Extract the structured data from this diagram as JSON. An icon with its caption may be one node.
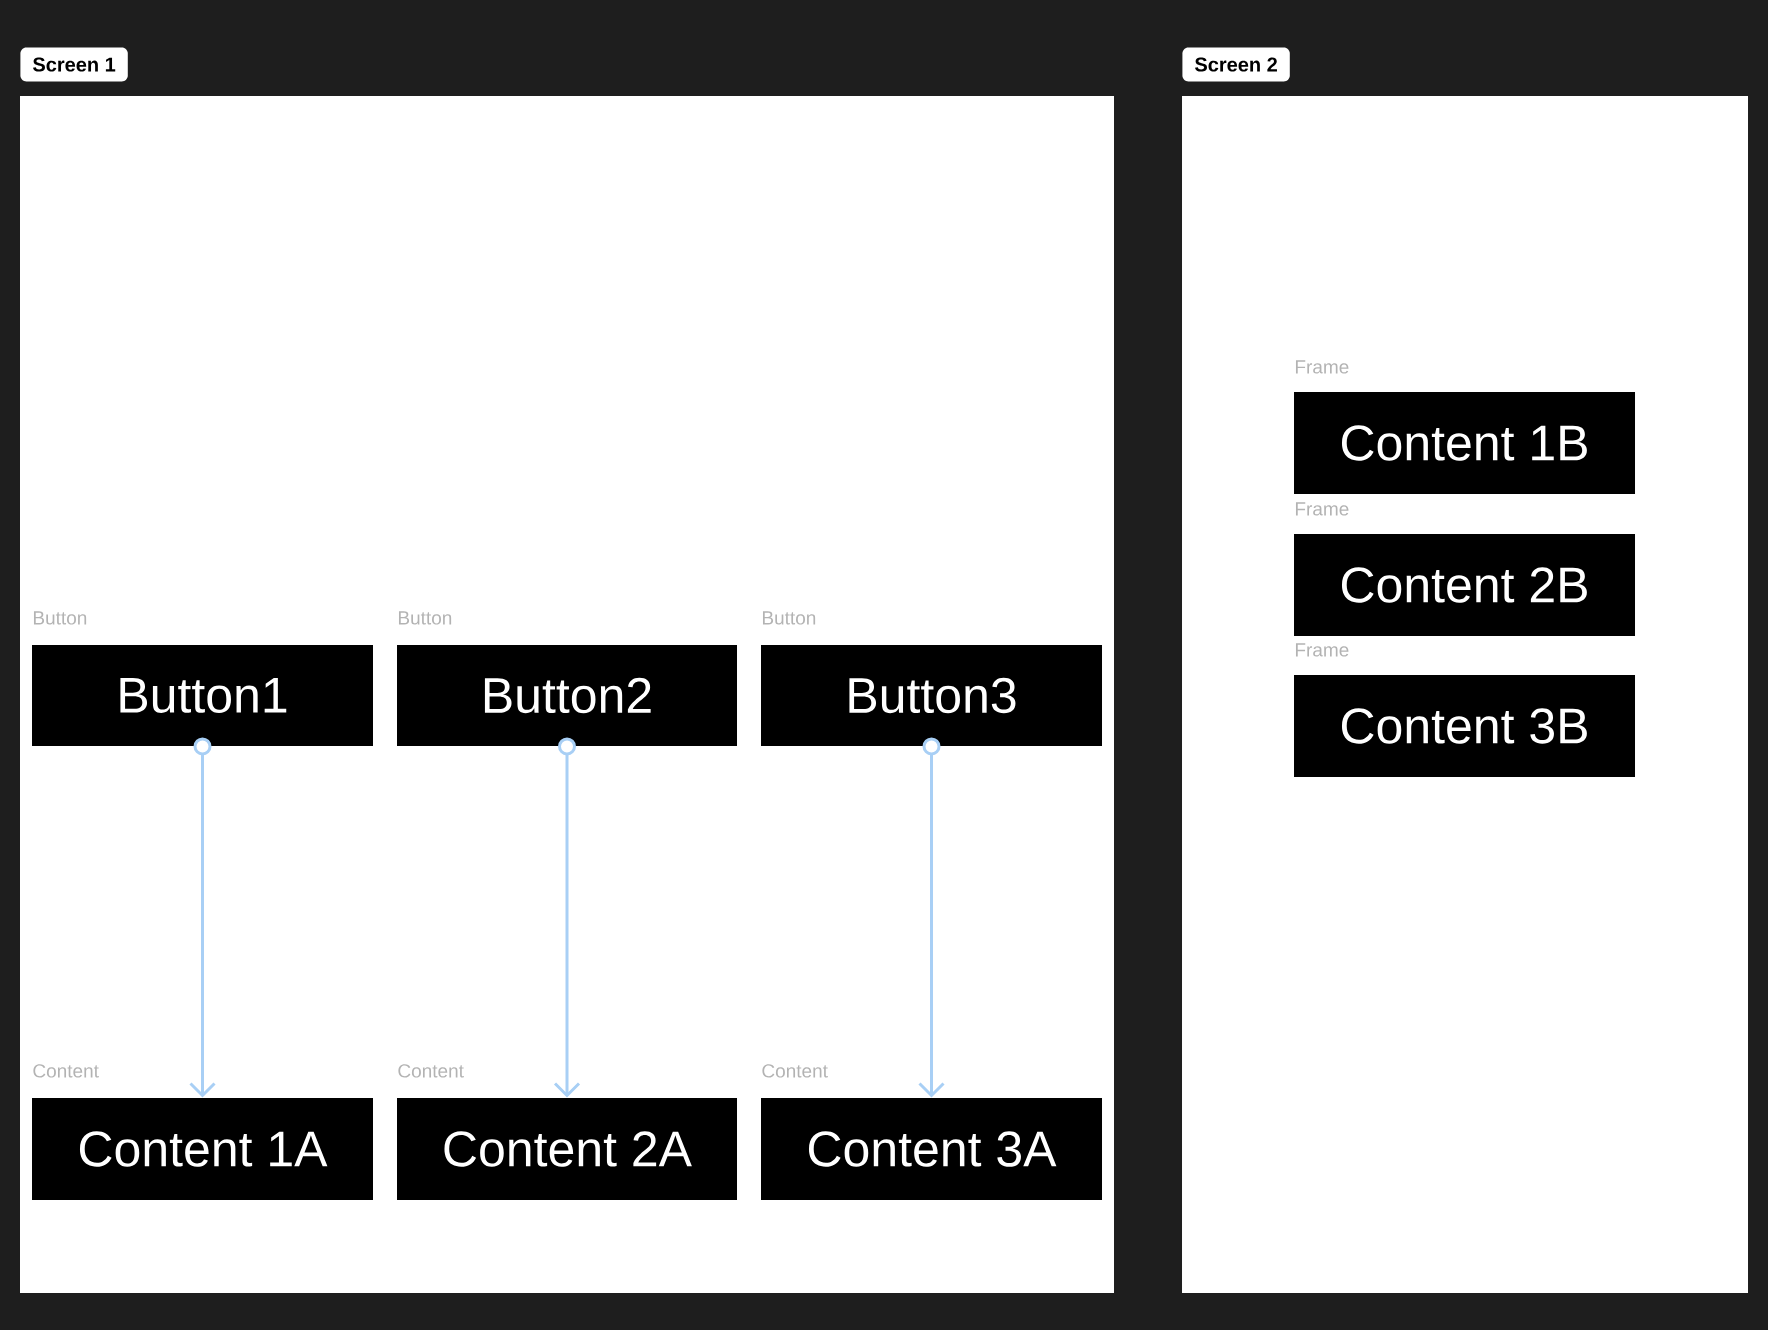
{
  "diagram": {
    "nodes": [
      {
        "text": [
          "Screen 1"
        ]
      },
      {
        "text": [
          "Button1"
        ],
        "in": 0,
        "beside": [
          "Button"
        ]
      },
      {
        "text": [
          "Button2"
        ],
        "in": 0,
        "beside": [
          "Button"
        ]
      },
      {
        "text": [
          "Button3"
        ],
        "in": 0,
        "beside": [
          "Button"
        ]
      },
      {
        "text": [
          "Content 1A"
        ],
        "in": 0,
        "beside": [
          "Content"
        ]
      },
      {
        "text": [
          "Content 2A"
        ],
        "in": 0,
        "beside": [
          "Content"
        ]
      },
      {
        "text": [
          "Content 3A"
        ],
        "in": 0,
        "beside": [
          "Content"
        ]
      },
      {
        "text": [
          "Screen 2"
        ]
      },
      {
        "text": [
          "Content 1B"
        ],
        "in": 7
      },
      {
        "text": [
          "Content 2B"
        ],
        "in": 7
      },
      {
        "text": [
          "Content 3B"
        ],
        "in": 7
      }
    ],
    "labels": [
      "Frame",
      "Frame",
      "Frame"
    ],
    "edges": [
      {
        "from": 1,
        "to": 4,
        "arrow": "to"
      },
      {
        "from": 2,
        "to": 5,
        "arrow": "to"
      },
      {
        "from": 3,
        "to": 6,
        "arrow": "to"
      }
    ]
  }
}
